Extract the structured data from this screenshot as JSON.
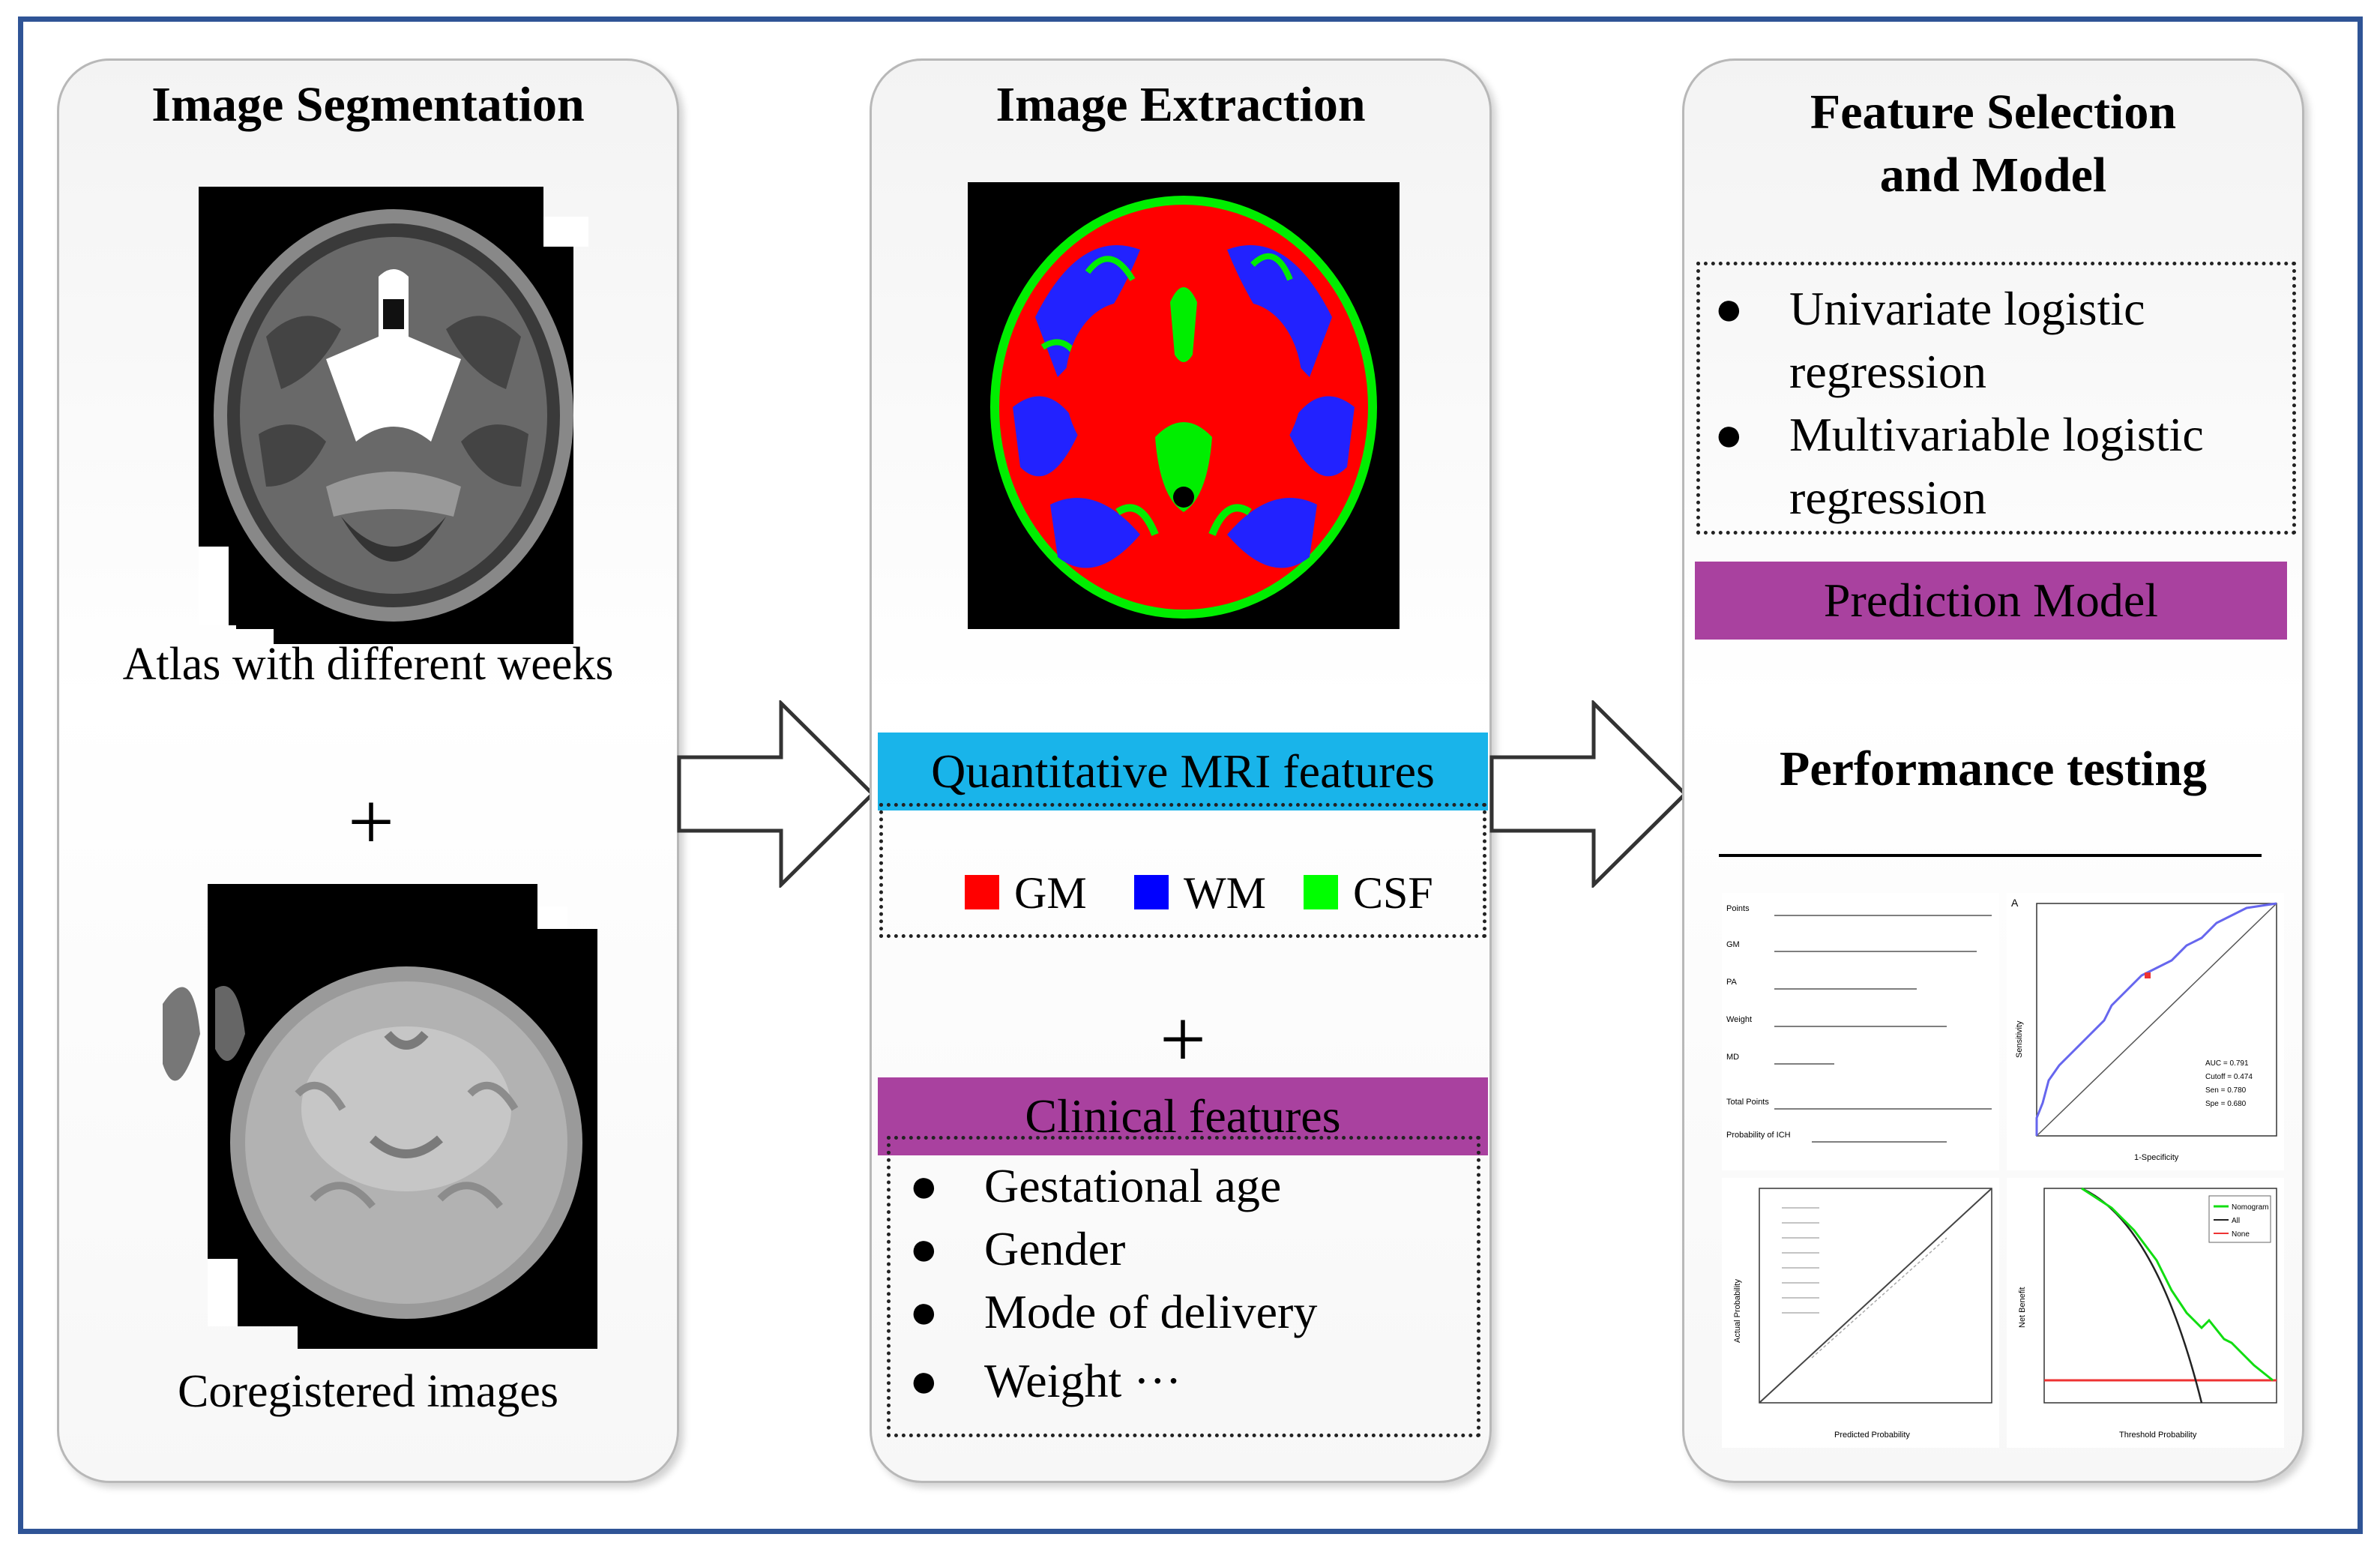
{
  "colors": {
    "frame": "#2f5496",
    "mri_bar": "#19b4ea",
    "clinical_bar": "#a9419f",
    "prediction_bar": "#a9419f",
    "gm": "#ff0000",
    "wm": "#0000ff",
    "csf": "#00ff00"
  },
  "panels": [
    {
      "title": "Image Segmentation",
      "atlas_caption": "Atlas with different weeks",
      "plus": "+",
      "coregistered_caption": "Coregistered images"
    },
    {
      "title": "Image Extraction",
      "quantitative_label": "Quantitative MRI features",
      "legend": [
        {
          "label": "GM",
          "color": "#ff0000"
        },
        {
          "label": "WM",
          "color": "#0000ff"
        },
        {
          "label": "CSF",
          "color": "#00ff00"
        }
      ],
      "plus": "+",
      "clinical_label": "Clinical features",
      "clinical_items": [
        "Gestational age",
        "Gender",
        "Mode of delivery",
        "Weight ···"
      ]
    },
    {
      "title_line1": "Feature Selection",
      "title_line2": "and Model",
      "methods": [
        {
          "line1": "Univariate logistic",
          "line2": "regression"
        },
        {
          "line1": "Multivariable logistic",
          "line2": "regression"
        }
      ],
      "prediction_label": "Prediction Model",
      "performance_title": "Performance testing"
    }
  ],
  "bullet_glyph": "●",
  "nomogram": {
    "rows": [
      "Points",
      "GM",
      "PA",
      "Weight",
      "MD",
      "Total Points",
      "Probability of ICH"
    ]
  },
  "roc": {
    "panel_letter": "A",
    "xlabel": "1-Specificity",
    "ylabel": "Sensitivity",
    "stats": [
      "AUC = 0.791",
      "Cutoff = 0.474",
      "Sen = 0.780",
      "Spe = 0.680"
    ]
  },
  "calibration": {
    "xlabel": "Predicted Probability",
    "ylabel": "Actual Probability"
  },
  "dca": {
    "xlabel": "Threshold Probability",
    "ylabel": "Net Benefit",
    "legend": [
      "Nomogram",
      "All",
      "None"
    ]
  }
}
